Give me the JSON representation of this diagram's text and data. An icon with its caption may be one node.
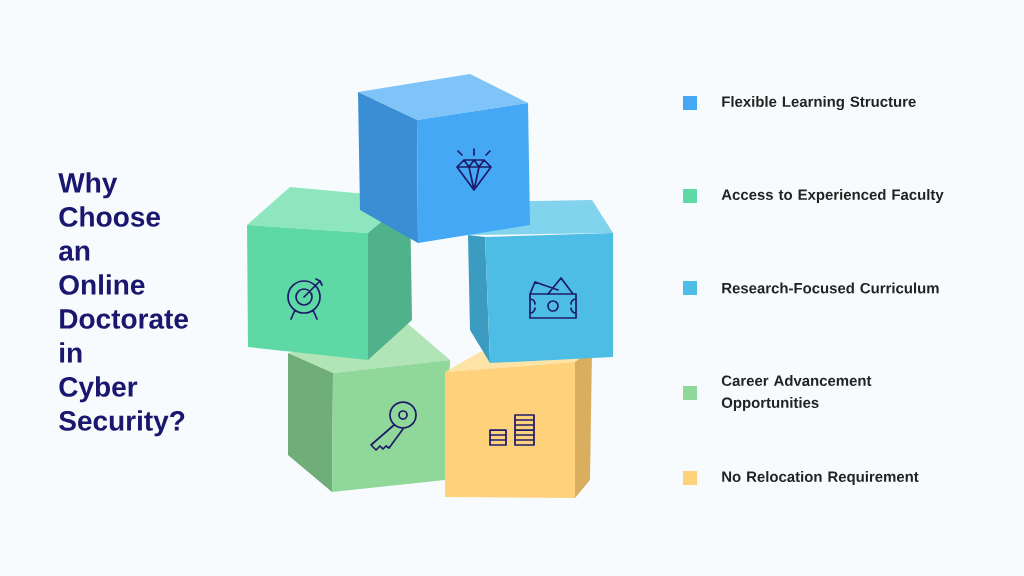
{
  "diagram": {
    "title": "Why Choose an Online Doctorate in Cyber Security?",
    "legend": [
      {
        "text": "Flexible Learning Structure",
        "color": "#44a8f5"
      },
      {
        "text": "Access to Experienced Faculty",
        "color": "#5ed9a5"
      },
      {
        "text": "Research-Focused Curriculum",
        "color": "#4dbde6"
      },
      {
        "text": "Career Advancement Opportunities",
        "color": "#8fd89a"
      },
      {
        "text": "No Relocation Requirement",
        "color": "#fdd27a"
      }
    ]
  }
}
